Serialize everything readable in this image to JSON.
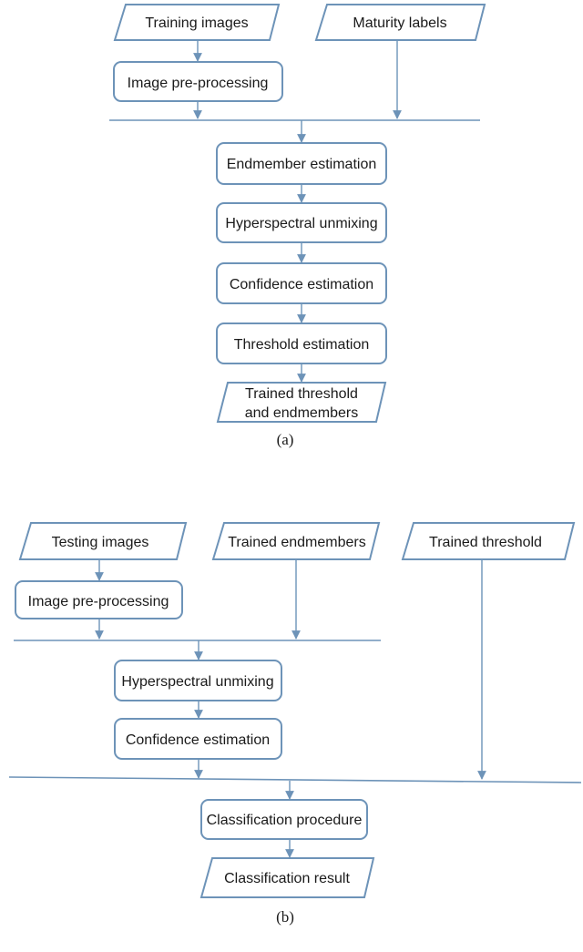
{
  "diagram_a": {
    "inputs": {
      "training_images": "Training images",
      "maturity_labels": "Maturity labels"
    },
    "steps": {
      "preprocessing": "Image pre-processing",
      "endmember_estimation": "Endmember estimation",
      "hyperspectral_unmixing": "Hyperspectral unmixing",
      "confidence_estimation": "Confidence estimation",
      "threshold_estimation": "Threshold estimation"
    },
    "output": {
      "line1": "Trained threshold",
      "line2": "and endmembers"
    },
    "caption": "(a)"
  },
  "diagram_b": {
    "inputs": {
      "testing_images": "Testing images",
      "trained_endmembers": "Trained endmembers",
      "trained_threshold": "Trained threshold"
    },
    "steps": {
      "preprocessing": "Image pre-processing",
      "hyperspectral_unmixing": "Hyperspectral unmixing",
      "confidence_estimation": "Confidence estimation",
      "classification_procedure": "Classification procedure"
    },
    "output": "Classification result",
    "caption": "(b)"
  },
  "colors": {
    "stroke": "#6d93b8",
    "text": "#1a1a1a",
    "background": "#ffffff"
  }
}
